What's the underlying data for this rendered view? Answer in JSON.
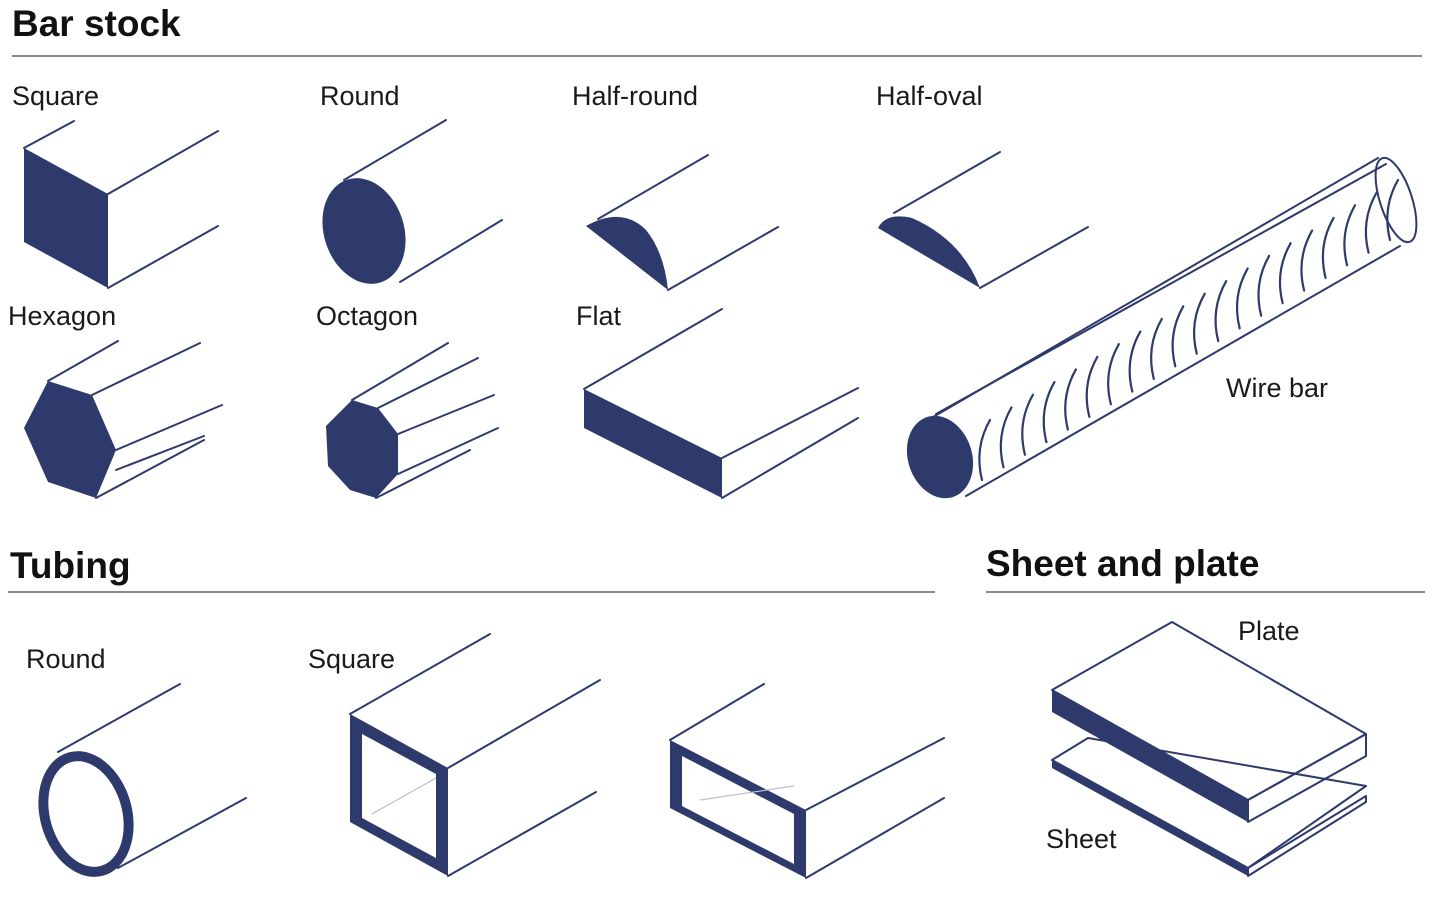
{
  "colors": {
    "ink": "#2e3a6c",
    "rule": "#8a8a8a",
    "text": "#111111",
    "background": "#ffffff"
  },
  "sections": {
    "bar_stock": {
      "title": "Bar stock",
      "items": {
        "square": "Square",
        "round": "Round",
        "half_round": "Half-round",
        "half_oval": "Half-oval",
        "hexagon": "Hexagon",
        "octagon": "Octagon",
        "flat": "Flat",
        "wire_bar": "Wire bar"
      }
    },
    "tubing": {
      "title": "Tubing",
      "items": {
        "round": "Round",
        "square": "Square"
      }
    },
    "sheet_and_plate": {
      "title": "Sheet and plate",
      "items": {
        "plate": "Plate",
        "sheet": "Sheet"
      }
    }
  }
}
